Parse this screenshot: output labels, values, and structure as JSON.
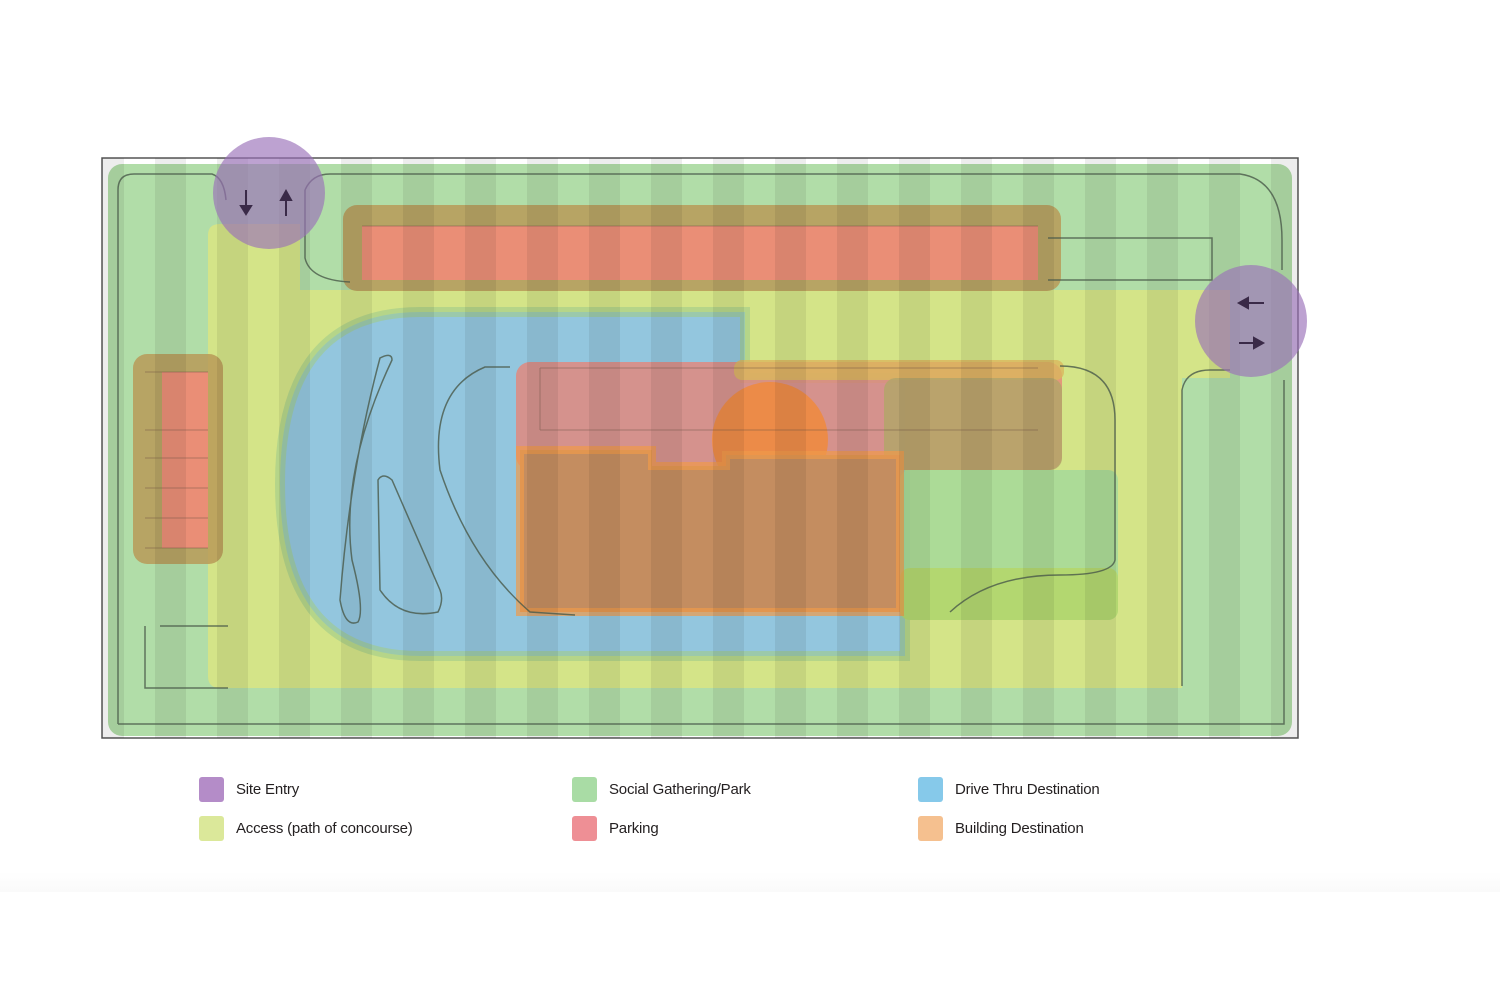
{
  "diagram": {
    "type": "site-plan zoning diagram",
    "zones": {
      "site_entry": {
        "color": "#a77bc4",
        "count": 2,
        "arrows": [
          [
            "down",
            "up"
          ],
          [
            "left",
            "right"
          ]
        ]
      },
      "access": {
        "color": "#d4e27e"
      },
      "social": {
        "color": "#a5d79b"
      },
      "parking": {
        "color": "#f0858a"
      },
      "drive_thru": {
        "color": "#89c6e6"
      },
      "building": {
        "color": "#f4be8c"
      }
    }
  },
  "legend": {
    "items": [
      {
        "key": "site_entry",
        "label": "Site Entry",
        "color": "#b48cc8"
      },
      {
        "key": "access",
        "label": "Access (path of concourse)",
        "color": "#dbe89a"
      },
      {
        "key": "social",
        "label": "Social Gathering/Park",
        "color": "#a9dca5"
      },
      {
        "key": "parking",
        "label": "Parking",
        "color": "#ee8f95"
      },
      {
        "key": "drive_thru",
        "label": "Drive Thru Destination",
        "color": "#86c9ea"
      },
      {
        "key": "building",
        "label": "Building Destination",
        "color": "#f5c08f"
      }
    ]
  }
}
